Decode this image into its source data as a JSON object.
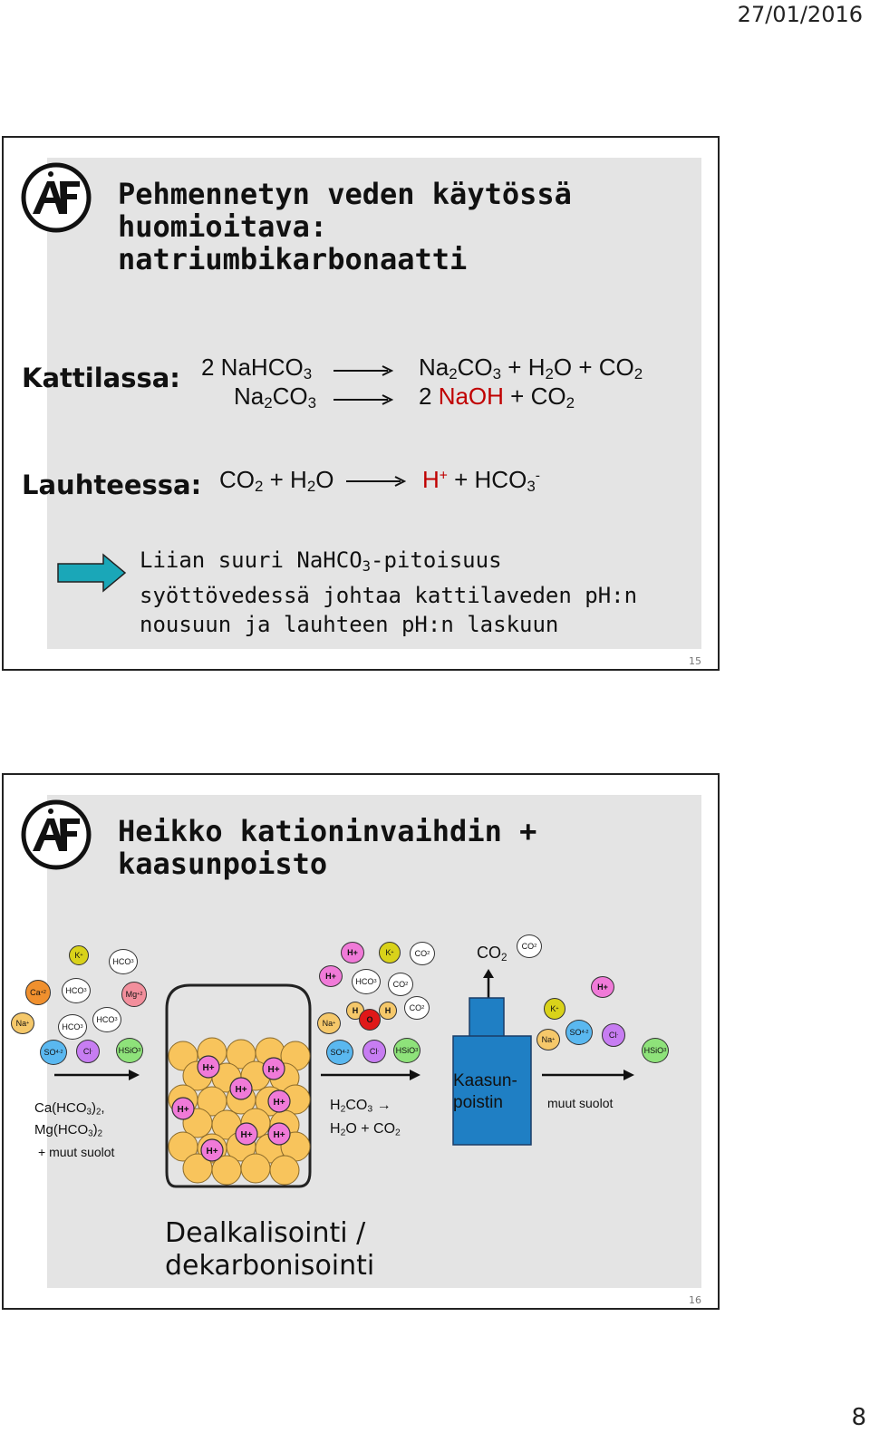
{
  "header": {
    "date": "27/01/2016"
  },
  "footer": {
    "page_number": "8"
  },
  "slide15": {
    "title_lines": [
      "Pehmennetyn veden käytössä",
      "huomioitava:",
      "natriumbikarbonaatti"
    ],
    "kattilassa_label": "Kattilassa:",
    "lauhteessa_label": "Lauhteessa:",
    "arrow_text": [
      "Liian suuri NaHCO",
      "3",
      "-pitoisuus",
      "syöttövedessä johtaa kattilaveden pH:n",
      "nousuun ja lauhteen pH:n laskuun"
    ],
    "slide_number": "15",
    "colors": {
      "arrow_fill": "#1aa7b8",
      "highlight": "#c00000"
    }
  },
  "slide16": {
    "title_lines": [
      "Heikko kationinvaihdin +",
      "kaasunpoisto"
    ],
    "left_label_1": "+ muut suolot",
    "degasser_label": [
      "Kaasun-",
      "poistin"
    ],
    "right_label": "muut suolot",
    "bottom_title": [
      "Dealkalisointi /",
      "dekarbonisointi"
    ],
    "slide_number": "16",
    "colors": {
      "degasser": "#1f7fc4",
      "resin": "#f8c45c",
      "h_ion": "#f07ad8",
      "na": "#f5c86a",
      "k": "#d9d21a",
      "ca": "#f0902e",
      "cl": "#c77df2",
      "so4": "#5ab8f0",
      "hsio3": "#8ee27a",
      "mg": "#f28f9c",
      "hco3": "#ffffff",
      "o": "#e01818"
    }
  }
}
